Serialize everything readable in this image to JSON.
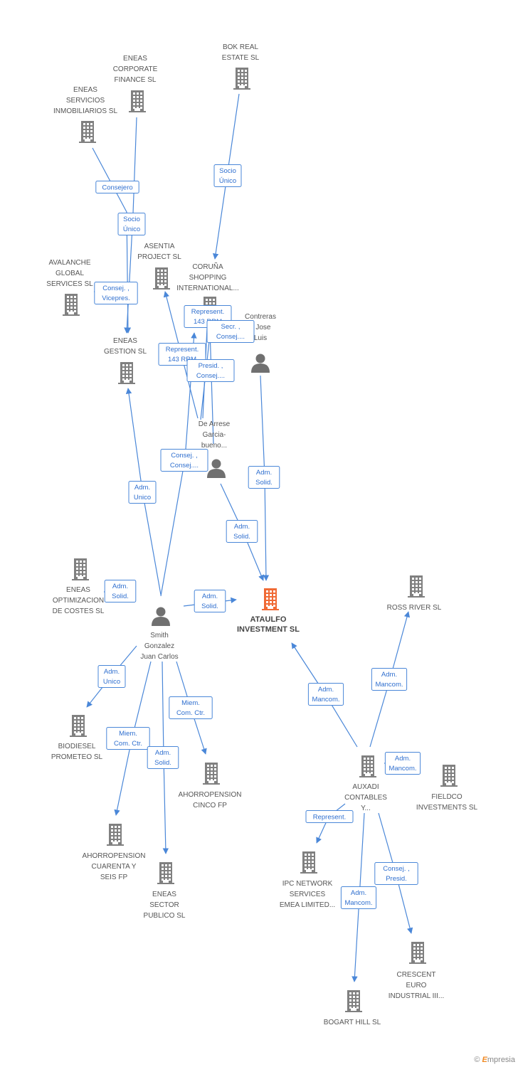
{
  "colors": {
    "edge": "#4a87d8",
    "company": "#808080",
    "main_company": "#f06a35",
    "person": "#707070"
  },
  "nodes": [
    {
      "id": "ataulfo",
      "type": "company",
      "main": true,
      "lines": [
        "ATAULFO",
        "INVESTMENT SL"
      ]
    },
    {
      "id": "bok",
      "type": "company",
      "lines": [
        "BOK REAL",
        "ESTATE SL"
      ]
    },
    {
      "id": "eneas_cf",
      "type": "company",
      "lines": [
        "ENEAS",
        "CORPORATE",
        "FINANCE SL"
      ]
    },
    {
      "id": "eneas_si",
      "type": "company",
      "lines": [
        "ENEAS",
        "SERVICIOS",
        "INMOBILIARIOS SL"
      ]
    },
    {
      "id": "avalanche",
      "type": "company",
      "lines": [
        "AVALANCHE",
        "GLOBAL",
        "SERVICES  SL"
      ]
    },
    {
      "id": "asentia",
      "type": "company",
      "lines": [
        "ASENTIA",
        "PROJECT  SL"
      ]
    },
    {
      "id": "coruna",
      "type": "company",
      "lines": [
        "CORUÑA",
        "SHOPPING",
        "INTERNATIONAL..."
      ]
    },
    {
      "id": "eneas_g",
      "type": "company",
      "lines": [
        "ENEAS",
        "GESTION SL"
      ]
    },
    {
      "id": "contreras",
      "type": "person",
      "lines": [
        "Contreras",
        "z Jose",
        "Luis"
      ]
    },
    {
      "id": "dearrese",
      "type": "person",
      "lines": [
        "De Arrese",
        "Garcia-",
        "bueno..."
      ]
    },
    {
      "id": "eneas_opt",
      "type": "company",
      "lines": [
        "ENEAS",
        "OPTIMIZACION",
        "DE COSTES SL"
      ]
    },
    {
      "id": "smith",
      "type": "person",
      "lines": [
        "Smith",
        "Gonzalez",
        "Juan Carlos"
      ]
    },
    {
      "id": "rossriver",
      "type": "company",
      "lines": [
        "ROSS RIVER SL"
      ]
    },
    {
      "id": "biodiesel",
      "type": "company",
      "lines": [
        "BIODIESEL",
        "PROMETEO SL"
      ]
    },
    {
      "id": "ahorro_cinco",
      "type": "company",
      "lines": [
        "AHORROPENSION",
        "CINCO FP"
      ]
    },
    {
      "id": "ahorro_46",
      "type": "company",
      "lines": [
        "AHORROPENSION",
        "CUARENTA Y",
        "SEIS FP"
      ]
    },
    {
      "id": "eneas_sp",
      "type": "company",
      "lines": [
        "ENEAS",
        "SECTOR",
        "PUBLICO SL"
      ]
    },
    {
      "id": "auxadi",
      "type": "company",
      "lines": [
        "AUXADI",
        "CONTABLES",
        "Y..."
      ]
    },
    {
      "id": "fieldco",
      "type": "company",
      "lines": [
        "FIELDCO",
        "INVESTMENTS SL"
      ]
    },
    {
      "id": "ipc",
      "type": "company",
      "lines": [
        "IPC NETWORK",
        "SERVICES",
        "EMEA LIMITED..."
      ]
    },
    {
      "id": "crescent",
      "type": "company",
      "lines": [
        "CRESCENT",
        "EURO",
        "INDUSTRIAL III..."
      ]
    },
    {
      "id": "bogart",
      "type": "company",
      "lines": [
        "BOGART HILL SL"
      ]
    }
  ],
  "edges": [
    {
      "lines": [
        "Socio",
        "Único"
      ]
    },
    {
      "lines": [
        "Consejero"
      ]
    },
    {
      "lines": [
        "Socio",
        "Único"
      ]
    },
    {
      "lines": [
        "Consej. ,",
        "Vicepres."
      ]
    },
    {
      "lines": [
        "Represent.",
        "143 RRM"
      ]
    },
    {
      "lines": [
        "Secr. ,",
        "Consej...."
      ]
    },
    {
      "lines": [
        "Represent.",
        "143 RRM"
      ]
    },
    {
      "lines": [
        "Presid. ,",
        "Consej...."
      ]
    },
    {
      "lines": [
        "Consej. ,",
        "Consej...."
      ]
    },
    {
      "lines": [
        "Adm.",
        "Unico"
      ]
    },
    {
      "lines": [
        "Adm.",
        "Solid."
      ]
    },
    {
      "lines": [
        "Adm.",
        "Solid."
      ]
    },
    {
      "lines": [
        "Adm.",
        "Solid."
      ]
    },
    {
      "lines": [
        "Adm.",
        "Solid."
      ]
    },
    {
      "lines": [
        "Adm.",
        "Unico"
      ]
    },
    {
      "lines": [
        "Miem.",
        "Com. Ctr."
      ]
    },
    {
      "lines": [
        "Miem.",
        "Com. Ctr."
      ]
    },
    {
      "lines": [
        "Adm.",
        "Solid."
      ]
    },
    {
      "lines": [
        "Adm.",
        "Mancom."
      ]
    },
    {
      "lines": [
        "Adm.",
        "Mancom."
      ]
    },
    {
      "lines": [
        "Adm.",
        "Mancom."
      ]
    },
    {
      "lines": [
        "Represent."
      ]
    },
    {
      "lines": [
        "Consej. ,",
        "Presid."
      ]
    },
    {
      "lines": [
        "Adm.",
        "Mancom."
      ]
    }
  ],
  "footer": {
    "copyright": "©",
    "brand_initial": "E",
    "brand_rest": "mpresia"
  }
}
